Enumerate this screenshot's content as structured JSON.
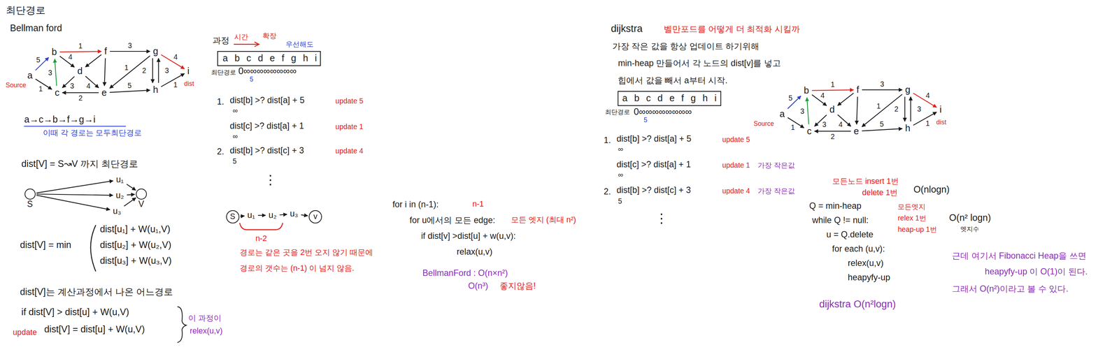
{
  "diagram": {
    "title": "최단경로",
    "nodes": [
      {
        "text": [
          "a"
        ]
      },
      {
        "text": [
          "b"
        ]
      },
      {
        "text": [
          "c"
        ]
      },
      {
        "text": [
          "d"
        ]
      },
      {
        "text": [
          "e"
        ]
      },
      {
        "text": [
          "f"
        ]
      },
      {
        "text": [
          "g"
        ]
      },
      {
        "text": [
          "h"
        ]
      },
      {
        "text": [
          "i"
        ]
      },
      {
        "text": [
          "S"
        ]
      },
      {
        "text": [
          "u₁"
        ]
      },
      {
        "text": [
          "u₂"
        ]
      },
      {
        "text": [
          "u₃"
        ]
      },
      {
        "text": [
          "V"
        ]
      },
      {
        "text": [
          "S"
        ]
      },
      {
        "text": [
          "u₁"
        ]
      },
      {
        "text": [
          "u₂"
        ]
      },
      {
        "text": [
          "u₃"
        ]
      },
      {
        "text": [
          "v"
        ]
      },
      {
        "text": [
          "a"
        ]
      },
      {
        "text": [
          "b"
        ]
      },
      {
        "text": [
          "c"
        ]
      },
      {
        "text": [
          "d"
        ]
      },
      {
        "text": [
          "e"
        ]
      },
      {
        "text": [
          "f"
        ]
      },
      {
        "text": [
          "g"
        ]
      },
      {
        "text": [
          "h"
        ]
      },
      {
        "text": [
          "i"
        ]
      }
    ],
    "edges": [
      {
        "from": 0,
        "to": 1,
        "arrow": "to",
        "label": "5"
      },
      {
        "from": 0,
        "to": 2,
        "arrow": "to",
        "label": "1"
      },
      {
        "from": 2,
        "to": 1,
        "arrow": "to",
        "label": "3"
      },
      {
        "from": 1,
        "to": 5,
        "arrow": "to",
        "label": "1"
      },
      {
        "from": 1,
        "to": 3,
        "arrow": "to",
        "label": "4"
      },
      {
        "from": 3,
        "to": 2,
        "arrow": "to",
        "label": "3"
      },
      {
        "from": 3,
        "to": 4,
        "arrow": "to",
        "label": "4"
      },
      {
        "from": 4,
        "to": 2,
        "arrow": "to",
        "label": "2"
      },
      {
        "from": 5,
        "to": 6,
        "arrow": "to",
        "label": "3"
      },
      {
        "from": 5,
        "to": 3,
        "arrow": "to"
      },
      {
        "from": 5,
        "to": 4,
        "arrow": "to"
      },
      {
        "from": 6,
        "to": 4,
        "arrow": "to",
        "label": "1"
      },
      {
        "from": 6,
        "to": 7,
        "arrow": "to",
        "label": "2"
      },
      {
        "from": 7,
        "to": 6,
        "arrow": "to",
        "label": "3"
      },
      {
        "from": 4,
        "to": 7,
        "arrow": "to",
        "label": "5"
      },
      {
        "from": 7,
        "to": 8,
        "arrow": "to",
        "label": "1"
      },
      {
        "from": 6,
        "to": 8,
        "arrow": "to",
        "label": "4"
      },
      {
        "from": 9,
        "to": 10,
        "arrow": "to"
      },
      {
        "from": 10,
        "to": 13,
        "arrow": "to"
      },
      {
        "from": 9,
        "to": 11,
        "arrow": "to"
      },
      {
        "from": 11,
        "to": 13,
        "arrow": "to"
      },
      {
        "from": 9,
        "to": 12,
        "arrow": "to"
      },
      {
        "from": 12,
        "to": 13,
        "arrow": "to"
      },
      {
        "from": 14,
        "to": 15,
        "arrow": "to"
      },
      {
        "from": 15,
        "to": 16,
        "arrow": "to"
      },
      {
        "from": 16,
        "to": 17,
        "arrow": "to"
      },
      {
        "from": 17,
        "to": 18,
        "arrow": "to"
      },
      {
        "from": 19,
        "to": 20,
        "arrow": "to",
        "label": "5"
      },
      {
        "from": 19,
        "to": 21,
        "arrow": "to",
        "label": "1"
      },
      {
        "from": 21,
        "to": 20,
        "arrow": "to",
        "label": "3"
      },
      {
        "from": 20,
        "to": 24,
        "arrow": "to",
        "label": "1"
      },
      {
        "from": 20,
        "to": 22,
        "arrow": "to",
        "label": "4"
      },
      {
        "from": 22,
        "to": 21,
        "arrow": "to",
        "label": "3"
      },
      {
        "from": 22,
        "to": 23,
        "arrow": "to",
        "label": "4"
      },
      {
        "from": 23,
        "to": 21,
        "arrow": "to",
        "label": "2"
      },
      {
        "from": 24,
        "to": 25,
        "arrow": "to",
        "label": "3"
      },
      {
        "from": 24,
        "to": 22,
        "arrow": "to"
      },
      {
        "from": 24,
        "to": 23,
        "arrow": "to"
      },
      {
        "from": 25,
        "to": 23,
        "arrow": "to",
        "label": "1"
      },
      {
        "from": 25,
        "to": 26,
        "arrow": "to",
        "label": "2"
      },
      {
        "from": 26,
        "to": 25,
        "arrow": "to",
        "label": "3"
      },
      {
        "from": 23,
        "to": 26,
        "arrow": "to",
        "label": "5"
      },
      {
        "from": 26,
        "to": 27,
        "arrow": "to",
        "label": "1"
      },
      {
        "from": 25,
        "to": 27,
        "arrow": "to",
        "label": "4"
      }
    ],
    "labels": [
      "Bellman ford",
      "Source",
      "dist",
      "a→c→b→f→g→i",
      "이때 각 경로는 모두최단경로",
      "dist[V] = S↝V 까지 최단경로",
      "dist[V] = min",
      "dist[u₁] + W(u₁,V)",
      "dist[u₂] + W(u₂,V)",
      "dist[u₃] + W(u₃,V)",
      "dist[V]는 계산과정에서 나온 어느경로",
      "if  dist[V] > dist[u] + W(u,V)",
      "update",
      "dist[V] = dist[u] + W(u,V)",
      "이 과정이",
      "relex(u,v)",
      "과정",
      "시간",
      "확장",
      "우선해도",
      "a b c d e f g h i",
      "최단경로",
      "0∞∞∞∞∞∞∞∞",
      "5",
      "1.",
      "dist[b] >? dist[a] + 5",
      "update 5",
      "∞",
      "dist[c] >? dist[a] + 1",
      "update 1",
      "∞",
      "2.",
      "dist[b] >? dist[c] + 3",
      "update 4",
      "5",
      "⋮",
      "n-2",
      "경로는 같은 곳을 2번 오지 않기 때문에",
      "경로의 갯수는  (n-1) 이 넘지 않음.",
      "for i in (n-1):",
      "n-1",
      "for u에서의 모든 edge:",
      "모든 엣지 (최대 n²)",
      "if dist[v] >dist[u] + w(u,v):",
      "relax(u,v)",
      "BellmanFord : O(n×n²)",
      "O(n³)",
      "좋지않음!",
      "dijkstra",
      "벨만포드를 어떻게 더 최적화 시킬까",
      "가장 작은 값을 항상 업데이트 하기위해",
      "min-heap 만들어서 각 노드의 dist[v]를 넣고",
      "힙에서 값을 빼서 a부터 시작.",
      "a b c d e f g h i",
      "최단경로",
      "0∞∞∞∞∞∞∞∞",
      "5",
      "1.",
      "dist[b] >? dist[a] + 5",
      "update 5",
      "∞",
      "dist[c] >? dist[a] + 1",
      "update 1",
      "가장 작은값",
      "∞",
      "2.",
      "dist[b] >? dist[c] + 3",
      "update 4",
      "가장 작은값",
      "5",
      "⋮",
      "모든노드 insert 1번",
      "delete 1번",
      "O(nlogn)",
      "Q = min-heap",
      "모든엣지",
      "while Q != null:",
      "relex 1번",
      "O(n² logn)",
      "u = Q.delete",
      "heap-up 1번",
      "엣지수",
      "for each (u,v):",
      "relex(u,v)",
      "heapyfy-up",
      "근데 여기서 Fibonacci Heap을 쓰면",
      "heapyfy-up 이 O(1)이 된다.",
      "그래서 O(n²)이라고 볼 수 있다.",
      "dijkstra O(n²logn)",
      "Source",
      "dist"
    ]
  }
}
